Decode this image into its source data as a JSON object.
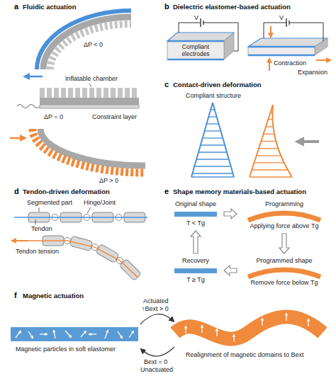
{
  "diagram": {
    "nodes": [
      {
        "text": [
          "Original shape",
          "T < Tg"
        ]
      },
      {
        "text": [
          "Programming",
          "Applying force above Tg"
        ]
      },
      {
        "text": [
          "Programmed shape",
          "Remove force below Tg"
        ]
      },
      {
        "text": [
          "Recovery",
          "T ≥ Tg"
        ]
      }
    ],
    "edges": [
      {
        "from": 0,
        "to": 1,
        "arrow": "to"
      },
      {
        "from": 1,
        "to": 2,
        "arrow": "to"
      },
      {
        "from": 2,
        "to": 3,
        "arrow": "to"
      },
      {
        "from": 3,
        "to": 0,
        "arrow": "to"
      }
    ],
    "labels": [
      "a",
      "Fluidic actuation",
      "ΔP < 0",
      "Inflatable chamber",
      "ΔP = 0",
      "Constraint layer",
      "ΔP > 0",
      "b",
      "Dielectric elastomer-based actuation",
      "Compliant electrodes",
      "V",
      "Contraction",
      "V",
      "Expansion",
      "c",
      "Contact-driven deformation",
      "Compliant structure",
      "d",
      "Tendon-driven deformation",
      "Segmented part",
      "Hinge/Joint",
      "Tendon",
      "Tendon tension",
      "e",
      "Shape memory materials-based actuation",
      "f",
      "Magnetic actuation",
      "Actuated",
      "↑Bext > 0",
      "Bext = 0",
      "Unactuated",
      "Magnetic particles in soft elastomer",
      "Realignment of magnetic domains to Bext"
    ]
  }
}
